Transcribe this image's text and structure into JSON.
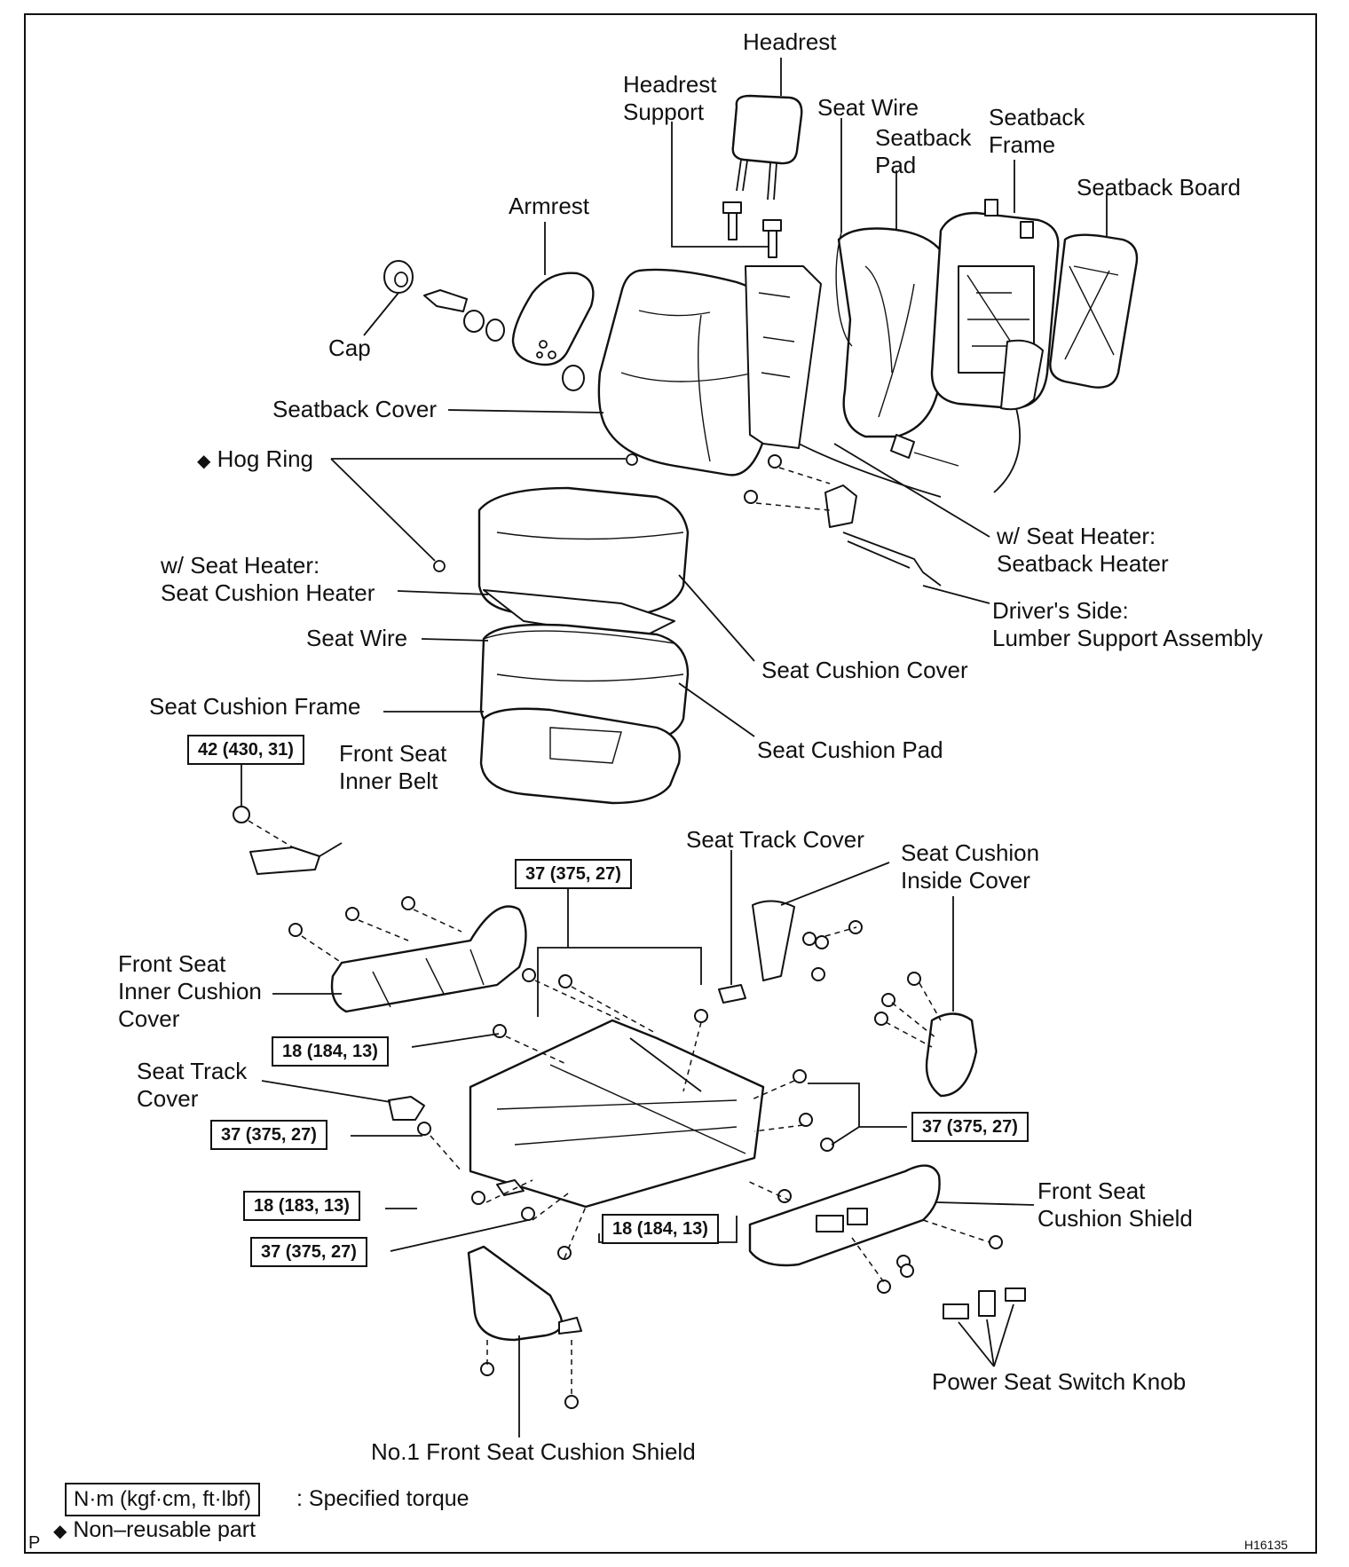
{
  "labels": {
    "headrest": "Headrest",
    "headrest_support": [
      "Headrest",
      "Support"
    ],
    "seat_wire_top": "Seat Wire",
    "seatback_pad": [
      "Seatback",
      "Pad"
    ],
    "seatback_frame": [
      "Seatback",
      "Frame"
    ],
    "seatback_board": "Seatback Board",
    "armrest": "Armrest",
    "cap": "Cap",
    "seatback_cover": "Seatback Cover",
    "hog_ring": "Hog Ring",
    "seatback_heater": [
      "w/ Seat Heater:",
      "Seatback Heater"
    ],
    "seat_cushion_heater": [
      "w/ Seat Heater:",
      "Seat Cushion Heater"
    ],
    "lumber_support": [
      "Driver's Side:",
      "Lumber Support Assembly"
    ],
    "seat_wire_mid": "Seat Wire",
    "seat_cushion_cover": "Seat Cushion Cover",
    "seat_cushion_frame": "Seat Cushion Frame",
    "seat_cushion_pad": "Seat Cushion Pad",
    "front_seat_inner_belt": [
      "Front Seat",
      "Inner Belt"
    ],
    "seat_track_cover_top": "Seat Track Cover",
    "seat_cushion_inside_cover": [
      "Seat Cushion",
      "Inside Cover"
    ],
    "front_seat_inner_cushion_cover": [
      "Front Seat",
      "Inner Cushion",
      "Cover"
    ],
    "seat_track_cover_left": [
      "Seat Track",
      "Cover"
    ],
    "front_seat_cushion_shield": [
      "Front Seat",
      "Cushion Shield"
    ],
    "power_seat_switch_knob": "Power Seat Switch Knob",
    "no1_front_seat_cushion_shield": "No.1 Front Seat Cushion Shield"
  },
  "torques": {
    "t1": "42 (430, 31)",
    "t2": "37 (375, 27)",
    "t3": "18 (184, 13)",
    "t4": "37 (375, 27)",
    "t5": "37 (375, 27)",
    "t6": "18 (183, 13)",
    "t7": "18 (184, 13)",
    "t8": "37 (375, 27)"
  },
  "legend": {
    "torque_units": "N·m (kgf·cm, ft·lbf)",
    "torque_desc": ": Specified torque",
    "nonreusable": "Non–reusable part",
    "symbol": "◆"
  },
  "corner_p": "P",
  "figure_code": "H16135"
}
